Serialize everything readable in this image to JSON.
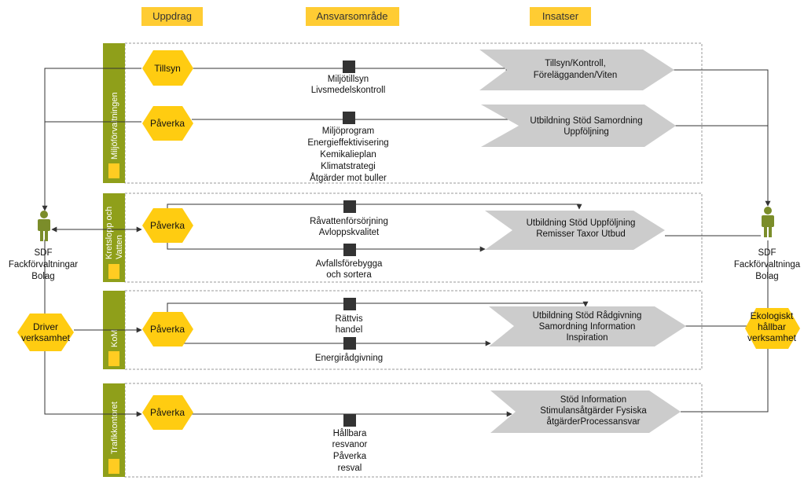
{
  "headers": {
    "uppdrag": "Uppdrag",
    "ansvarsomrade": "Ansvarsområde",
    "insatser": "Insatser"
  },
  "lanes": [
    {
      "label": "Miljöförvaltningen",
      "tasks": [
        {
          "hex": "Tillsyn",
          "area_lines": [
            "Miljötillsyn",
            "Livsmedelskontroll"
          ],
          "action_lines": [
            "Tillsyn/Kontroll,",
            "Förelägganden/Viten"
          ]
        },
        {
          "hex": "Påverka",
          "area_lines": [
            "Miljöprogram",
            "Energieffektivisering",
            "Kemikalieplan",
            "Klimatstrategi",
            "Åtgärder mot buller"
          ],
          "action_lines": [
            "Utbildning Stöd Samordning",
            "Uppföljning"
          ]
        }
      ]
    },
    {
      "label_lines": [
        "Kretslopp och",
        "Vatten"
      ],
      "tasks": [
        {
          "hex": "Påverka",
          "area_a_lines": [
            "Råvattenförsörjning",
            "Avloppskvalitet"
          ],
          "area_b_lines": [
            "Avfallsförebygga",
            "och sortera"
          ],
          "action_lines": [
            "Utbildning Stöd Uppföljning",
            "Remisser Taxor Utbud"
          ]
        }
      ]
    },
    {
      "label": "KoM",
      "tasks": [
        {
          "hex": "Påverka",
          "area_a_lines": [
            "Rättvis",
            "handel"
          ],
          "area_b_lines": [
            "Energirådgivning"
          ],
          "action_lines": [
            "Utbildning Stöd Rådgivning",
            "Samordning Information",
            "Inspiration"
          ]
        }
      ]
    },
    {
      "label": "Trafikkontoret",
      "tasks": [
        {
          "hex": "Påverka",
          "area_lines": [
            "Hållbara",
            "resvanor",
            "Påverka",
            "resval"
          ],
          "action_lines": [
            "Stöd Information",
            "Stimulansåtgärder Fysiska",
            "åtgärderProcessansvar"
          ]
        }
      ]
    }
  ],
  "left_actor": {
    "lines": [
      "SDF",
      "Fackförvaltningar",
      "Bolag"
    ]
  },
  "right_actor": {
    "lines": [
      "SDF",
      "Fackförvaltninga",
      "Bolag"
    ]
  },
  "left_hex": {
    "lines": [
      "Driver",
      "verksamhet"
    ]
  },
  "right_hex": {
    "lines": [
      "Ekologiskt",
      "hållbar",
      "verksamhet"
    ]
  },
  "colors": {
    "header_fill": "#ffcc33",
    "hex_fill": "#ffcc11",
    "band_fill": "#8f9f1a",
    "band_square": "#ffcc22",
    "action_fill": "#cccccc",
    "node_fill": "#333333",
    "actor_fill": "#7b8d2a",
    "line": "#333333"
  },
  "icons": {
    "actor": "person-icon",
    "node": "square-node-icon"
  }
}
